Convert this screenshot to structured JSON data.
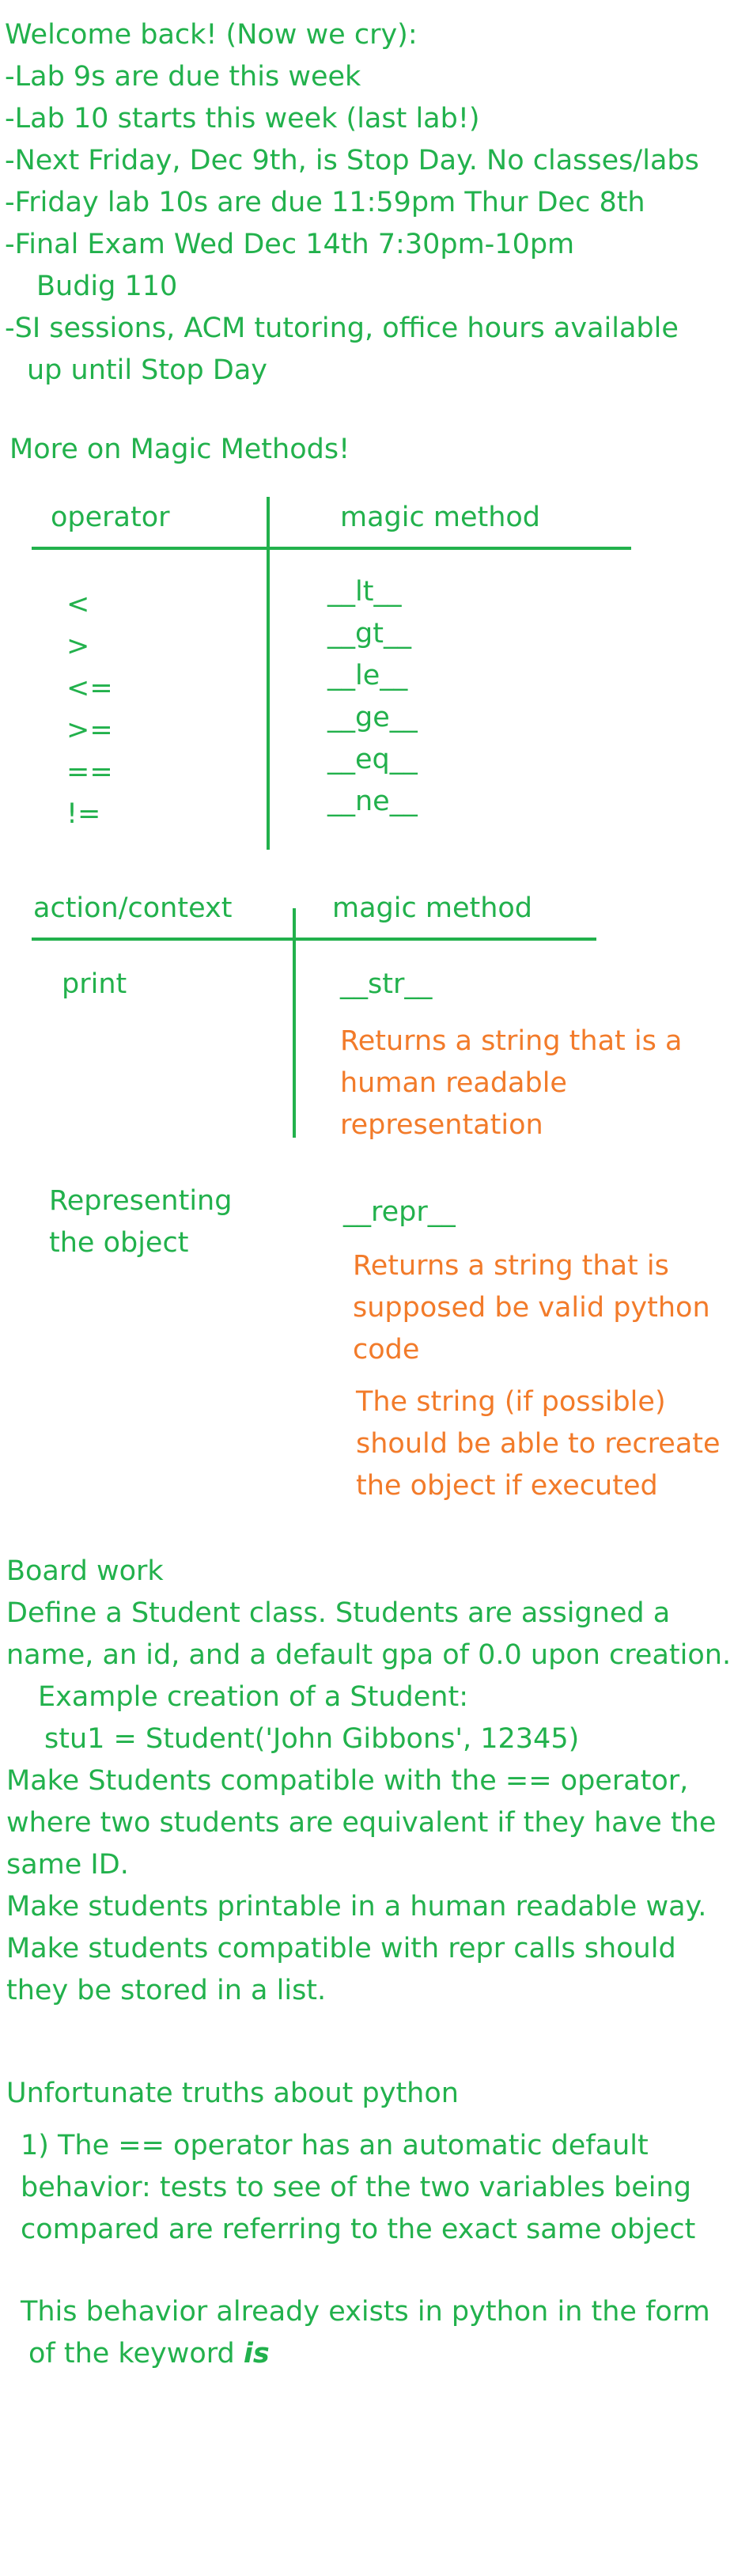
{
  "announcements": {
    "title": "Welcome back! (Now we cry):",
    "items": [
      "-Lab 9s are due this week",
      "-Lab 10 starts this week (last lab!)",
      "-Next Friday, Dec 9th, is Stop Day. No classes/labs",
      "-Friday lab 10s are due 11:59pm Thur Dec 8th",
      "-Final Exam Wed Dec 14th 7:30pm-10pm",
      "Budig 110",
      "-SI sessions, ACM tutoring, office hours available",
      "up until Stop Day"
    ]
  },
  "magic": {
    "heading": "More on Magic Methods!",
    "table1": {
      "col1_header": "operator",
      "col2_header": "magic method",
      "operators": [
        "<",
        ">",
        "<=",
        ">=",
        "==",
        "!="
      ],
      "methods": [
        "__lt__",
        "__gt__",
        "__le__",
        "__ge__",
        "__eq__",
        "__ne__"
      ]
    },
    "table2": {
      "col1_header": "action/context",
      "col2_header": "magic method",
      "print_label": "print",
      "str_method": "__str__",
      "str_note": [
        "Returns a string that is a",
        "human readable",
        "representation"
      ],
      "repr_label": [
        "Representing",
        "the object"
      ],
      "repr_method": "__repr__",
      "repr_note1": [
        "Returns a string that is",
        "supposed be valid python",
        "code"
      ],
      "repr_note2": [
        "The string (if possible)",
        "should be able to recreate",
        "the object if executed"
      ]
    }
  },
  "board": {
    "heading": "Board work",
    "lines": [
      "Define a Student class. Students are assigned a",
      "name, an id, and a default gpa of 0.0 upon creation.",
      "Example creation of a Student:",
      "stu1 = Student('John Gibbons', 12345)",
      "Make Students compatible with the == operator,",
      "where two students are equivalent if they have the",
      "same ID.",
      "Make students printable in a human readable way.",
      "Make students compatible with repr calls should",
      "they be stored in a list."
    ]
  },
  "truths": {
    "heading": "Unfortunate truths about python",
    "point1": [
      "1) The == operator has an automatic default",
      "behavior: tests to see of the two variables being",
      "compared are referring to the exact same object"
    ],
    "point2_line1": "This behavior already exists in python in the form",
    "point2_line2_prefix": "of the keyword ",
    "point2_keyword": "is"
  },
  "colors": {
    "ink_green": "#22b14c",
    "ink_orange": "#f27b2a",
    "background": "#ffffff"
  }
}
